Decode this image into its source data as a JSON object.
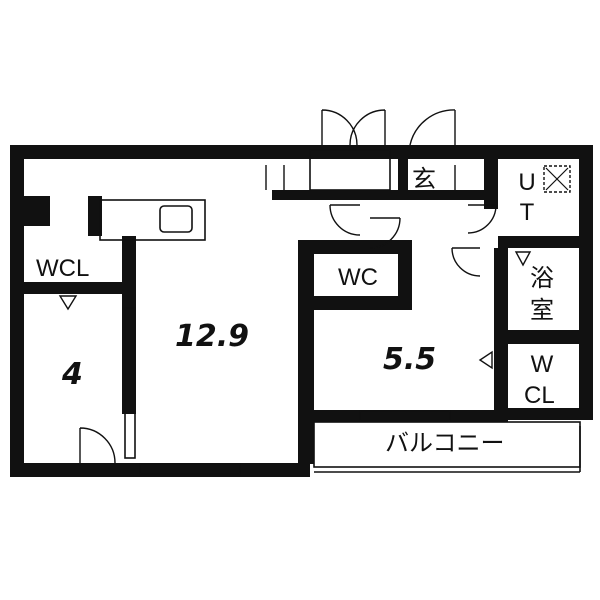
{
  "colors": {
    "wall": "#111111",
    "background": "#ffffff"
  },
  "labels": {
    "living_area": "12.9",
    "bedroom_west_area": "4",
    "bedroom_east_area": "5.5",
    "wcl_west": "WCL",
    "wc": "WC",
    "entrance": "玄",
    "ut_1": "U",
    "ut_2": "T",
    "bath_1": "浴",
    "bath_2": "室",
    "wcl_east_1": "W",
    "wcl_east_2": "CL",
    "balcony": "バルコニー"
  },
  "icons": [
    "door-swing-icon",
    "sliding-door-icon",
    "kitchen-sink-icon",
    "washing-machine-icon",
    "closet-door-triangle-icon"
  ]
}
